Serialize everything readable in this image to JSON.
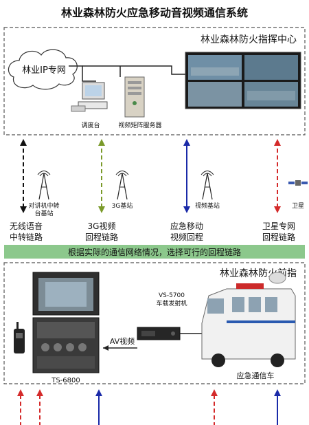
{
  "title": "林业森林防火应急移动音视频通信系统",
  "command_center": {
    "label": "林业森林防火指挥中心",
    "cloud_label": "林业IP专网",
    "dispatch_label": "调度台",
    "matrix_server_label": "视频矩阵服务器"
  },
  "links": [
    {
      "tower_label_1": "对讲机中转",
      "tower_label_2": "台基站",
      "link_label_1": "无线语音",
      "link_label_2": "中转链路",
      "color": "#111111"
    },
    {
      "tower_label_1": "3G基站",
      "tower_label_2": "",
      "link_label_1": "3G视频",
      "link_label_2": "回程链路",
      "color": "#7a9a2a"
    },
    {
      "tower_label_1": "视频基站",
      "tower_label_2": "",
      "link_label_1": "应急移动",
      "link_label_2": "视频回程",
      "color": "#1a2aa8"
    },
    {
      "tower_label_1": "卫星",
      "tower_label_2": "",
      "link_label_1": "卫星专网",
      "link_label_2": "回程链路",
      "color": "#d42a2a"
    }
  ],
  "banner": "根据实际的通信网络情况，选择可行的回程链路",
  "front": {
    "label": "林业森林防火前指",
    "ts_label": "TS-6800",
    "av_label": "AV视频",
    "vs_label_1": "VS-5700",
    "vs_label_2": "车载发射机",
    "vehicle_label": "应急通信车"
  },
  "colors": {
    "banner_bg": "#8cc88c",
    "dash_border": "#555555",
    "case_dark": "#2b2b2b"
  }
}
